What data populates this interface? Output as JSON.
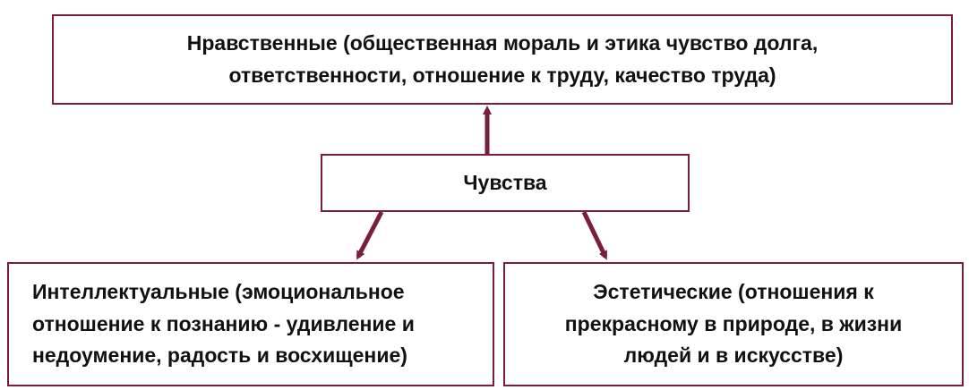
{
  "colors": {
    "border": "#7a1e3c",
    "arrow": "#7a1e3c",
    "text": "#111111"
  },
  "nodes": {
    "moral": {
      "lines": [
        "Нравственные (общественная мораль и этика чувство долга,",
        "ответственности, отношение к труду,  качество труда)"
      ]
    },
    "feelings": {
      "label": "Чувства"
    },
    "intellect": {
      "lines": [
        "Интеллектуальные (эмоциональное",
        "отношение к познанию - удивление и",
        "недоумение, радость и восхищение)"
      ]
    },
    "aesthetic": {
      "lines": [
        "Эстетические (отношения к",
        "прекрасному в природе, в жизни",
        "людей и в искусстве)"
      ]
    }
  }
}
